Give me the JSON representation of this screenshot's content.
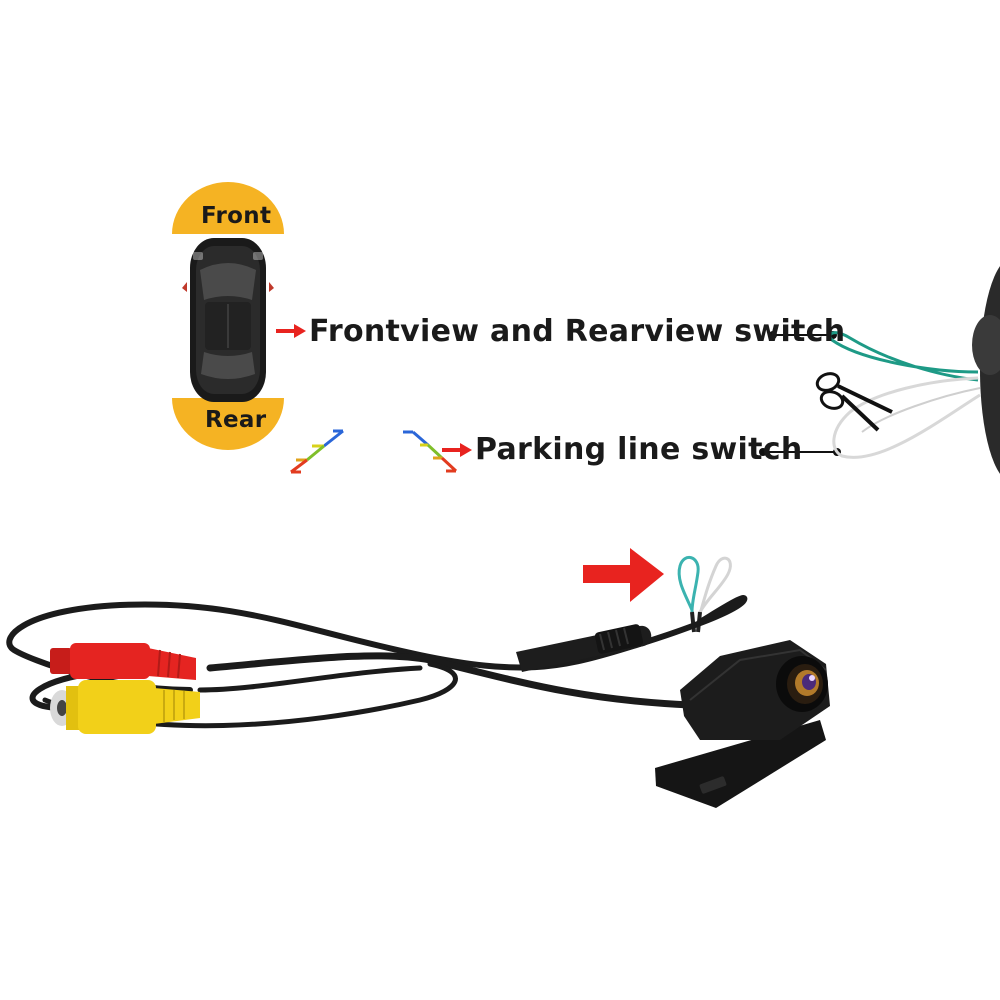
{
  "car_diagram": {
    "front_label": "Front",
    "rear_label": "Rear"
  },
  "annotations": {
    "frontview_switch": "Frontview and Rearview switch",
    "parking_line_switch": "Parking line switch"
  },
  "colors": {
    "badge": "#f5b323",
    "arrow": "#e8231f",
    "green_wire": "#1e9a86",
    "white_wire": "#d8d8d8",
    "rca_red": "#e52421",
    "rca_yellow": "#f2d019",
    "cable": "#1b1b1b"
  },
  "icons": [
    "car-top-view-icon",
    "arrow-right-icon",
    "scissors-icon",
    "parking-lines-icon",
    "camera-icon",
    "rca-plug-icon"
  ]
}
